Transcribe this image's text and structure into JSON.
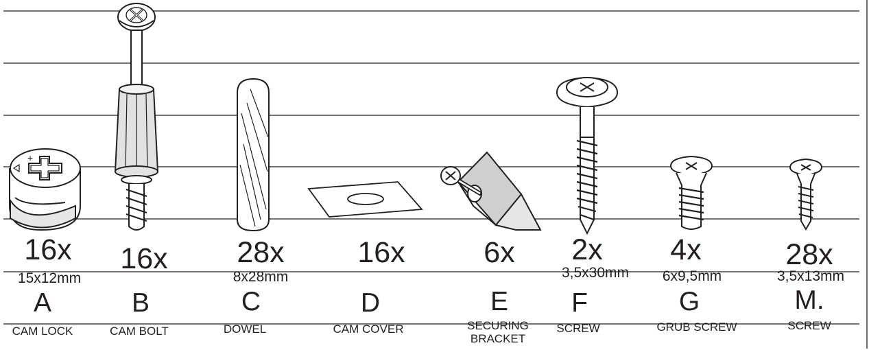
{
  "parts": [
    {
      "id": "A",
      "letter": "A",
      "quantity": "16x",
      "size": "15x12mm",
      "name": "CAM LOCK",
      "icon": "cam-lock-icon"
    },
    {
      "id": "B",
      "letter": "B",
      "quantity": "16x",
      "size": "",
      "name": "CAM BOLT",
      "icon": "cam-bolt-icon"
    },
    {
      "id": "C",
      "letter": "C",
      "quantity": "28x",
      "size": "8x28mm",
      "name": "DOWEL",
      "icon": "dowel-icon"
    },
    {
      "id": "D",
      "letter": "D",
      "quantity": "16x",
      "size": "",
      "name": "CAM COVER",
      "icon": "cam-cover-icon"
    },
    {
      "id": "E",
      "letter": "E",
      "quantity": "6x",
      "size": "",
      "name": "SECURING",
      "name2": "BRACKET",
      "icon": "securing-bracket-icon"
    },
    {
      "id": "F",
      "letter": "F",
      "quantity": "2x",
      "size": "3,5x30mm",
      "name": "SCREW",
      "icon": "screw-icon"
    },
    {
      "id": "G",
      "letter": "G",
      "quantity": "4x",
      "size": "6x9,5mm",
      "name": "GRUB SCREW",
      "icon": "grub-screw-icon"
    },
    {
      "id": "M",
      "letter": "M.",
      "quantity": "28x",
      "size": "3,5x13mm",
      "name": "SCREW",
      "icon": "small-screw-icon"
    }
  ],
  "colors": {
    "ink": "#231f20",
    "shade": "#d9d9d9",
    "bracket": "#cfcfcf"
  }
}
